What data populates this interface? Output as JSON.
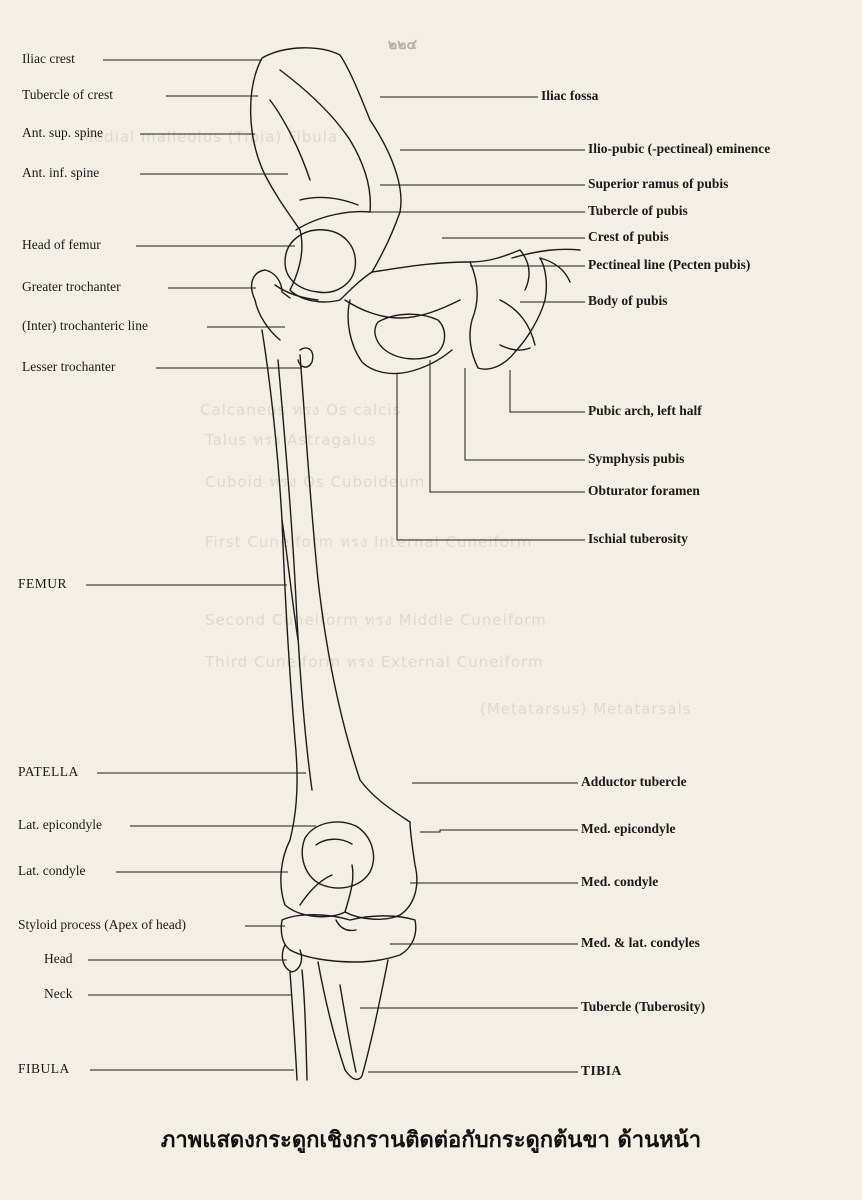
{
  "page_number": "๒๒๔",
  "left_labels": {
    "iliac_crest": "Iliac crest",
    "tubercle_of_crest": "Tubercle of crest",
    "ant_sup_spine": "Ant. sup. spine",
    "ant_inf_spine": "Ant. inf. spine",
    "head_of_femur": "Head of femur",
    "greater_trochanter": "Greater trochanter",
    "trochanteric_line": "(Inter) trochanteric line",
    "lesser_trochanter": "Lesser trochanter",
    "femur": "FEMUR",
    "patella": "PATELLA",
    "lat_epicondyle": "Lat. epicondyle",
    "lat_condyle": "Lat. condyle",
    "styloid_process": "Styloid process (Apex of head)",
    "head": "Head",
    "neck": "Neck",
    "fibula": "FIBULA"
  },
  "right_labels": {
    "iliac_fossa": "Iliac fossa",
    "ilio_pubic_eminence": "Ilio-pubic (-pectineal) eminence",
    "superior_ramus": "Superior ramus of pubis",
    "tubercle_of_pubis": "Tubercle of pubis",
    "crest_of_pubis": "Crest of pubis",
    "pectineal_line": "Pectineal line (Pecten pubis)",
    "body_of_pubis": "Body of pubis",
    "pubic_arch": "Pubic arch, left half",
    "symphysis_pubis": "Symphysis pubis",
    "obturator_foramen": "Obturator foramen",
    "ischial_tuberosity": "Ischial tuberosity",
    "adductor_tubercle": "Adductor tubercle",
    "med_epicondyle": "Med. epicondyle",
    "med_condyle": "Med. condyle",
    "med_lat_condyles": "Med. & lat. condyles",
    "tuberosity": "Tubercle (Tuberosity)",
    "tibia": "TIBIA"
  },
  "caption": "ภาพแสดงกระดูกเชิงกรานติดต่อกับกระดูกต้นขา ด้านหน้า",
  "colors": {
    "paper": "#f3efe4",
    "ink": "#1a1a1a",
    "bleed": "#cfc8b8"
  }
}
